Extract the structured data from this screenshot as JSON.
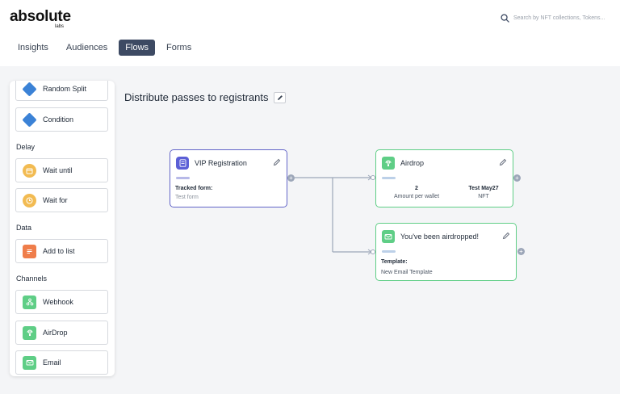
{
  "header": {
    "logo": "absolute",
    "logo_sub": "labs",
    "search_placeholder": "Search by NFT collections, Tokens...",
    "tabs": [
      "Insights",
      "Audiences",
      "Flows",
      "Forms"
    ],
    "active_tab": "Flows"
  },
  "palette": {
    "items_top": [
      {
        "label": "Random Split",
        "icon": "split-icon"
      },
      {
        "label": "Condition",
        "icon": "condition-icon"
      }
    ],
    "sections": [
      {
        "title": "Delay",
        "items": [
          {
            "label": "Wait until",
            "icon": "calendar-icon"
          },
          {
            "label": "Wait for",
            "icon": "clock-icon"
          }
        ]
      },
      {
        "title": "Data",
        "items": [
          {
            "label": "Add to list",
            "icon": "list-icon"
          }
        ]
      },
      {
        "title": "Channels",
        "items": [
          {
            "label": "Webhook",
            "icon": "webhook-icon"
          },
          {
            "label": "AirDrop",
            "icon": "airdrop-icon"
          },
          {
            "label": "Email",
            "icon": "email-icon"
          }
        ]
      }
    ]
  },
  "flow": {
    "title": "Distribute passes to registrants",
    "nodes": {
      "registration": {
        "title": "VIP Registration",
        "label": "Tracked form:",
        "value": "Test form"
      },
      "airdrop": {
        "title": "Airdrop",
        "stat1_value": "2",
        "stat1_label": "Amount per wallet",
        "stat2_value": "Test May27",
        "stat2_label": "NFT"
      },
      "email": {
        "title": "You've been airdropped!",
        "label": "Template:",
        "value": "New Email Template"
      }
    }
  },
  "colors": {
    "accent": "#3d4a63",
    "green": "#5fce86",
    "purple": "#6365c8"
  }
}
